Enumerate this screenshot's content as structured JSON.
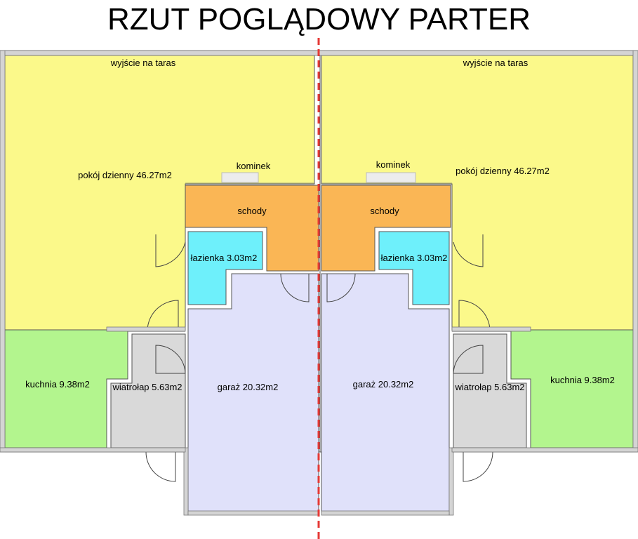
{
  "title": "RZUT POGLĄDOWY PARTER",
  "colors": {
    "living": "#fbf98a",
    "kitchen": "#b3f58e",
    "vestibule": "#d9d9d9",
    "stairs": "#fab655",
    "bathroom": "#6ef0fb",
    "garage": "#e0e1fa",
    "wall": "#d4d4d4",
    "divider": "#e53935"
  },
  "left": {
    "terrace_exit": "wyjście na taras",
    "living_room": "pokój dzienny 46.27m2",
    "fireplace": "kominek",
    "stairs": "schody",
    "bathroom": "łazienka 3.03m2",
    "kitchen": "kuchnia 9.38m2",
    "vestibule": "wiatrołap 5.63m2",
    "garage": "garaż 20.32m2"
  },
  "right": {
    "terrace_exit": "wyjście na taras",
    "living_room": "pokój dzienny 46.27m2",
    "fireplace": "kominek",
    "stairs": "schody",
    "bathroom": "łazienka 3.03m2",
    "kitchen": "kuchnia 9.38m2",
    "vestibule": "wiatrołap 5.63m2",
    "garage": "garaż 20.32m2"
  }
}
